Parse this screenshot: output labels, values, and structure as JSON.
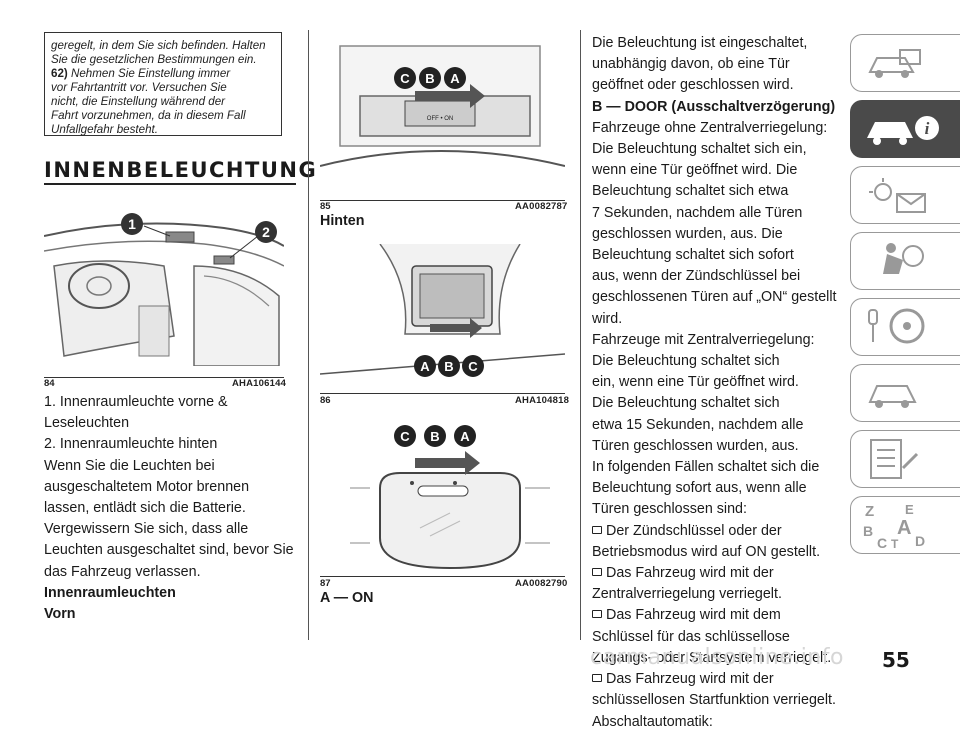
{
  "warning_box": {
    "line1": "geregelt, in dem Sie sich befinden. Halten",
    "line2": "Sie die gesetzlichen Bestimmungen ein.",
    "ref": "62)",
    "line3": " Nehmen Sie Einstellung immer",
    "line4": "vor Fahrtantritt vor. Versuchen Sie",
    "line5": "nicht, die Einstellung während der",
    "line6": "Fahrt vorzunehmen, da in diesem Fall",
    "line7": "Unfallgefahr besteht."
  },
  "section_title": "INNENBELEUCHTUNG",
  "figures": {
    "fig84": {
      "num": "84",
      "code": "AHA106144",
      "callout1": "1",
      "callout2": "2"
    },
    "fig85": {
      "num": "85",
      "code": "AA0082787",
      "c": "C",
      "b": "B",
      "a": "A",
      "off_on": "OFF • ON"
    },
    "fig86": {
      "num": "86",
      "code": "AHA104818",
      "a": "A",
      "b": "B",
      "c": "C"
    },
    "fig87": {
      "num": "87",
      "code": "AA0082790",
      "c": "C",
      "b": "B",
      "a": "A"
    }
  },
  "col1_text": {
    "item1a": "1. Innenraumleuchte vorne &",
    "item1b": "Leseleuchten",
    "item2": "2. Innenraumleuchte hinten",
    "p1": "Wenn Sie die Leuchten bei",
    "p2": "ausgeschaltetem Motor brennen",
    "p3": "lassen, entlädt sich die Batterie.",
    "p4": "Vergewissern Sie sich, dass alle",
    "p5": "Leuchten ausgeschaltet sind, bevor Sie",
    "p6": "das Fahrzeug verlassen.",
    "h1": "Innenraumleuchten",
    "h2": "Vorn"
  },
  "col2_text": {
    "hinten": "Hinten",
    "a_on": "A — ON"
  },
  "col3_text": {
    "l1": "Die Beleuchtung ist eingeschaltet,",
    "l2": "unabhängig davon, ob eine Tür",
    "l3": "geöffnet oder geschlossen wird.",
    "h1": "B — DOOR (Ausschaltverzögerung)",
    "l4": "Fahrzeuge ohne Zentralverriegelung:",
    "l5": "Die Beleuchtung schaltet sich ein,",
    "l6": "wenn eine Tür geöffnet wird. Die",
    "l7": "Beleuchtung schaltet sich etwa",
    "l8": "7 Sekunden, nachdem alle Türen",
    "l9": "geschlossen wurden, aus. Die",
    "l10": "Beleuchtung schaltet sich sofort",
    "l11": "aus, wenn der Zündschlüssel bei",
    "l12": "geschlossenen Türen auf „ON“ gestellt",
    "l13": "wird.",
    "l14": "Fahrzeuge mit Zentralverriegelung:",
    "l15": "Die Beleuchtung schaltet sich",
    "l16": "ein, wenn eine Tür geöffnet wird.",
    "l17": "Die Beleuchtung schaltet sich",
    "l18": "etwa 15 Sekunden, nachdem alle",
    "l19": "Türen geschlossen wurden, aus.",
    "l20": "In folgenden Fällen schaltet sich die",
    "l21": "Beleuchtung sofort aus, wenn alle",
    "l22": "Türen geschlossen sind:",
    "b1a": "Der Zündschlüssel oder der",
    "b1b": "Betriebsmodus wird auf ON gestellt.",
    "b2a": "Das Fahrzeug wird mit der",
    "b2b": "Zentralverriegelung verriegelt.",
    "b3a": "Das Fahrzeug wird mit dem",
    "b3b": "Schlüssel für das schlüssellose",
    "b3c": "Zugangs- oder Startsystem verriegelt.",
    "b4a": "Das Fahrzeug wird mit der",
    "b4b": "schlüssellosen Startfunktion verriegelt.",
    "l23": "Abschaltautomatik:"
  },
  "tabs": [
    {
      "icon": "car-dashboard-icon"
    },
    {
      "icon": "car-info-icon",
      "info": "i",
      "active": true
    },
    {
      "icon": "warning-lights-icon"
    },
    {
      "icon": "airbag-seat-icon"
    },
    {
      "icon": "key-steering-icon"
    },
    {
      "icon": "car-breakdown-icon"
    },
    {
      "icon": "service-checklist-icon"
    },
    {
      "icon": "index-letters-icon",
      "letters": [
        "Z",
        "E",
        "B",
        "A",
        "C",
        "T",
        "D"
      ]
    }
  ],
  "page_number": "55",
  "watermark": "carmanualsonline.info"
}
